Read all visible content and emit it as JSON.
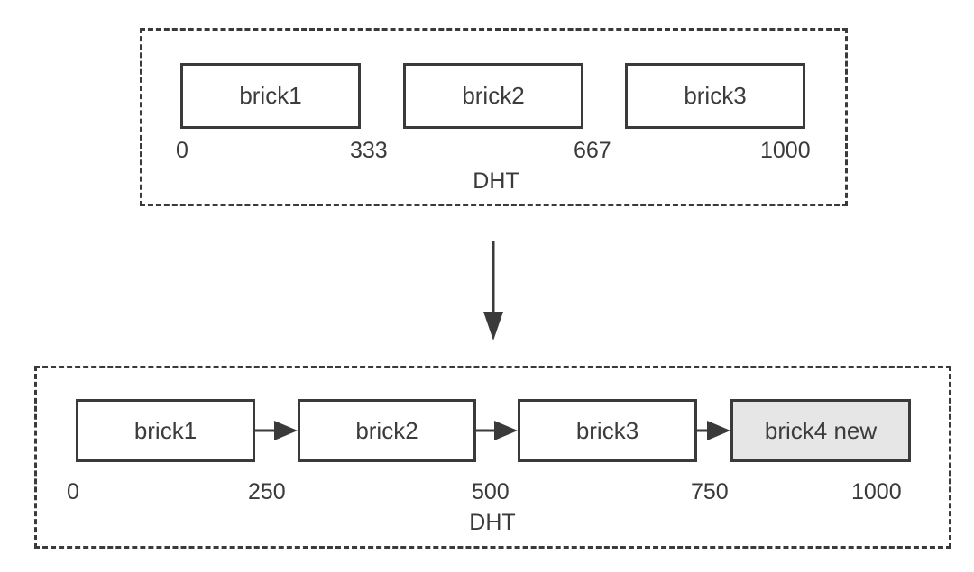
{
  "before": {
    "bricks": [
      {
        "label": "brick1"
      },
      {
        "label": "brick2"
      },
      {
        "label": "brick3"
      }
    ],
    "ticks": [
      "0",
      "333",
      "667",
      "1000"
    ],
    "ring_label": "DHT"
  },
  "after": {
    "bricks": [
      {
        "label": "brick1"
      },
      {
        "label": "brick2"
      },
      {
        "label": "brick3"
      },
      {
        "label": "brick4 new",
        "is_new": true
      }
    ],
    "ticks": [
      "0",
      "250",
      "500",
      "750",
      "1000"
    ],
    "ring_label": "DHT"
  },
  "colors": {
    "stroke": "#3a3a3a",
    "new_brick_fill": "#e6e6e6"
  }
}
